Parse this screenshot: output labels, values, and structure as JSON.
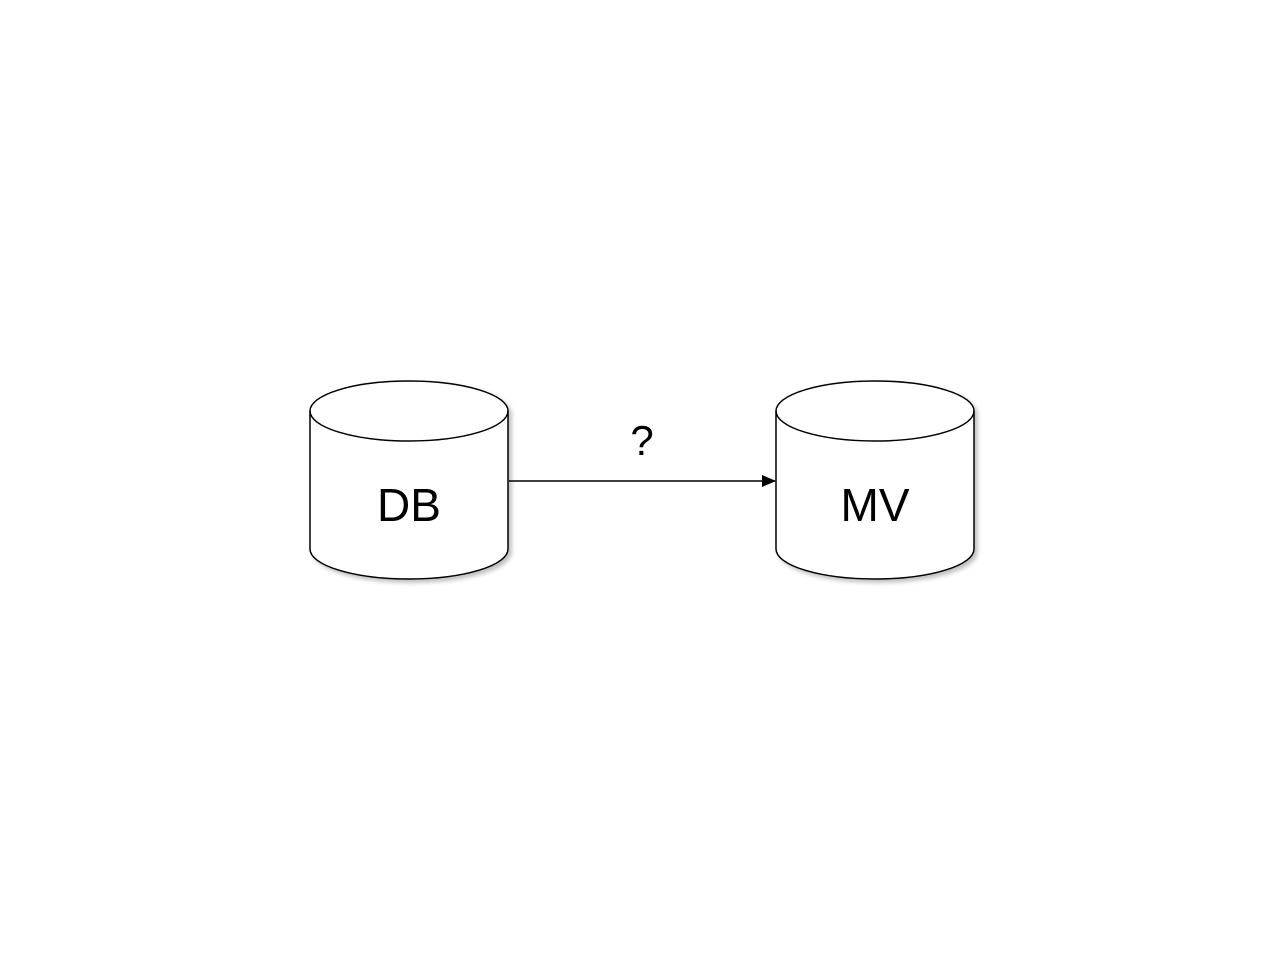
{
  "nodes": [
    {
      "id": "db",
      "label": "DB",
      "shape": "database-cylinder"
    },
    {
      "id": "mv",
      "label": "MV",
      "shape": "database-cylinder"
    }
  ],
  "edges": [
    {
      "from": "db",
      "to": "mv",
      "label": "?"
    }
  ],
  "colors": {
    "background": "#ffffff",
    "stroke": "#000000",
    "fill": "#ffffff",
    "shadow": "#b0b0b0"
  }
}
